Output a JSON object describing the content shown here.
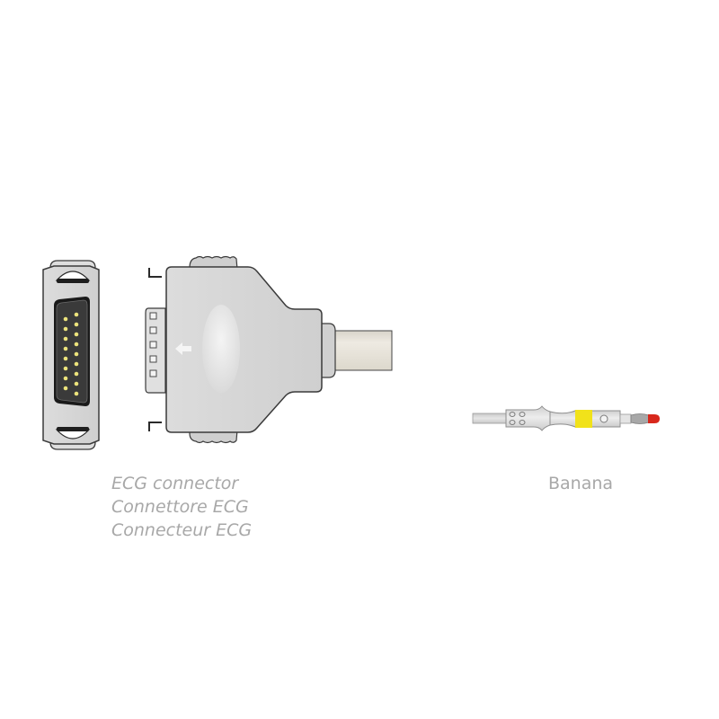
{
  "figure": {
    "ecg_connector": {
      "labels": [
        "ECG connector",
        "Connettore ECG",
        "Connecteur ECG"
      ],
      "pin_rows": [
        8,
        7
      ]
    },
    "banana": {
      "label": "Banana"
    },
    "colors": {
      "background": "#ffffff",
      "connector_body": "#d3d3d3",
      "connector_outline": "#2f2f2f",
      "cable": "#e6e2d8",
      "pins": "#e8df7a",
      "socket": "#2b2b2b",
      "ring_yellow": "#f0e000",
      "tip_red": "#d8261c",
      "caption_text": "#a8a8a8"
    }
  }
}
